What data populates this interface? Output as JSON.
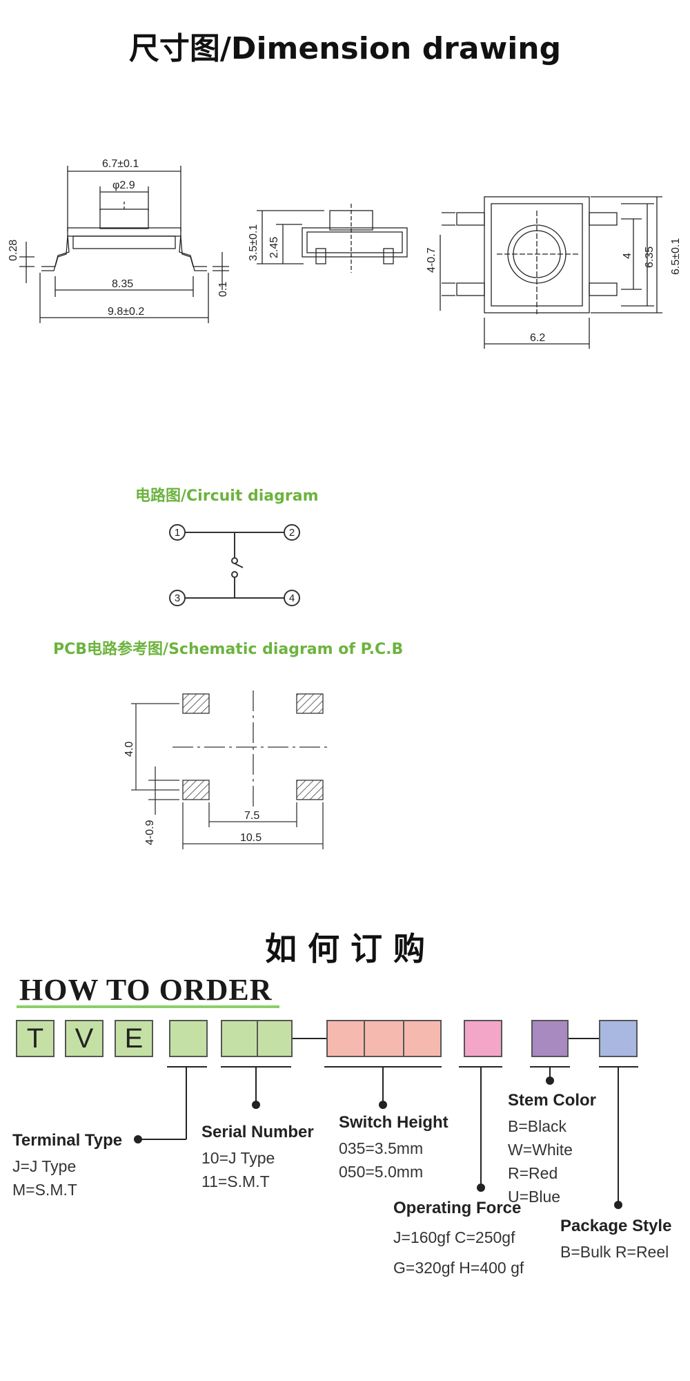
{
  "title": "尺寸图/Dimension drawing",
  "dims": {
    "side": {
      "d1": "6.7±0.1",
      "d2": "φ2.9",
      "d3": "0.28",
      "d4": "8.35",
      "d5": "9.8±0.2",
      "d6": "0.1"
    },
    "front": {
      "d1": "3.5±0.1",
      "d2": "2.45"
    },
    "top": {
      "d1": "4-0.7",
      "d2": "4",
      "d3": "6.35",
      "d4": "6.5±0.1",
      "d5": "6.2"
    }
  },
  "circuit": {
    "title": "电路图/Circuit diagram",
    "pins": [
      "1",
      "2",
      "3",
      "4"
    ]
  },
  "pcb": {
    "title": "PCB电路参考图/Schematic diagram of P.C.B",
    "d1": "4.0",
    "d2": "4-0.9",
    "d3": "7.5",
    "d4": "10.5"
  },
  "order": {
    "title_cn": "如 何 订 购",
    "title_en": "HOW TO ORDER",
    "boxes": [
      "T",
      "V",
      "E"
    ],
    "colors": {
      "green": "#c5e0a5",
      "pink": "#f6b9b0",
      "magenta": "#f3a6c8",
      "purple": "#a889c0",
      "blue": "#a9b8e0"
    },
    "terminal": {
      "heading": "Terminal Type",
      "v1": "J=J Type",
      "v2": "M=S.M.T"
    },
    "serial": {
      "heading": "Serial Number",
      "v1": "10=J Type",
      "v2": "11=S.M.T"
    },
    "height": {
      "heading": "Switch Height",
      "v1": "035=3.5mm",
      "v2": "050=5.0mm"
    },
    "force": {
      "heading": "Operating Force",
      "v1": "J=160gf C=250gf",
      "v2": "G=320gf H=400 gf"
    },
    "stem": {
      "heading": "Stem Color",
      "v1": "B=Black",
      "v2": "W=White",
      "v3": "R=Red",
      "v4": "U=Blue"
    },
    "package": {
      "heading": "Package Style",
      "v1": "B=Bulk R=Reel"
    }
  }
}
